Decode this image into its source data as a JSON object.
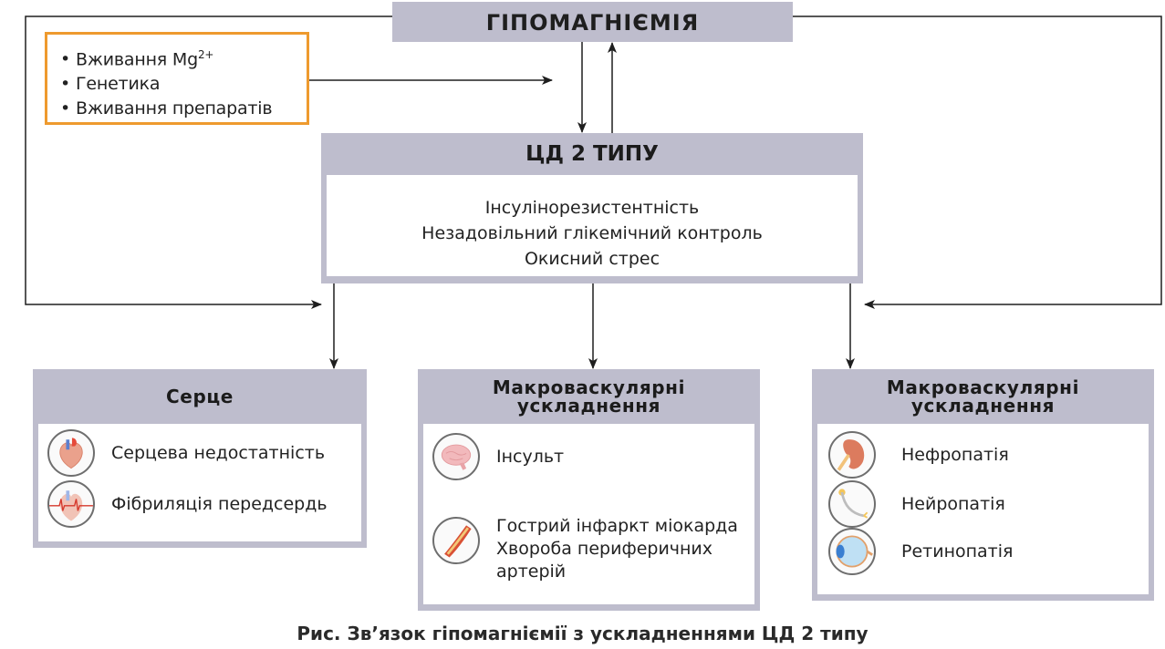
{
  "diagram": {
    "top_node": {
      "label": "ГІПОМАГНІЄМІЯ"
    },
    "risk_factors": {
      "items": [
        {
          "text": "Вживання Mg",
          "superscript": "2+"
        },
        {
          "text": "Генетика"
        },
        {
          "text": "Вживання препаратів"
        }
      ],
      "border_color": "#ee9a2e"
    },
    "central_node": {
      "title": "ЦД 2 ТИПУ",
      "lines": [
        "Інсулінорезистентність",
        "Незадовільний глікемічний контроль",
        "Окисний стрес"
      ]
    },
    "categories": [
      {
        "title": "Серце",
        "items": [
          {
            "icon": "heart-icon",
            "label": "Серцева недостатність"
          },
          {
            "icon": "heart-ecg-icon",
            "label": "Фібриляція передсердь"
          }
        ]
      },
      {
        "title_lines": [
          "Макроваскулярні",
          "ускладнення"
        ],
        "items": [
          {
            "icon": "brain-icon",
            "label": "Інсульт"
          },
          {
            "icon": "artery-icon",
            "label_lines": [
              "Гострий інфаркт міокарда",
              "Хвороба периферичних",
              "артерій"
            ]
          }
        ]
      },
      {
        "title_lines": [
          "Макроваскулярні",
          "ускладнення"
        ],
        "items": [
          {
            "icon": "kidney-icon",
            "label": "Нефропатія"
          },
          {
            "icon": "neuron-icon",
            "label": "Нейропатія"
          },
          {
            "icon": "eye-icon",
            "label": "Ретинопатія"
          }
        ]
      }
    ],
    "colors": {
      "box_fill": "#bebdcd",
      "arrow": "#1e1e1e",
      "accent_orange": "#ee9a2e"
    }
  },
  "caption": "Рис. Зв’язок гіпомагніємії з ускладненнями ЦД 2 типу"
}
